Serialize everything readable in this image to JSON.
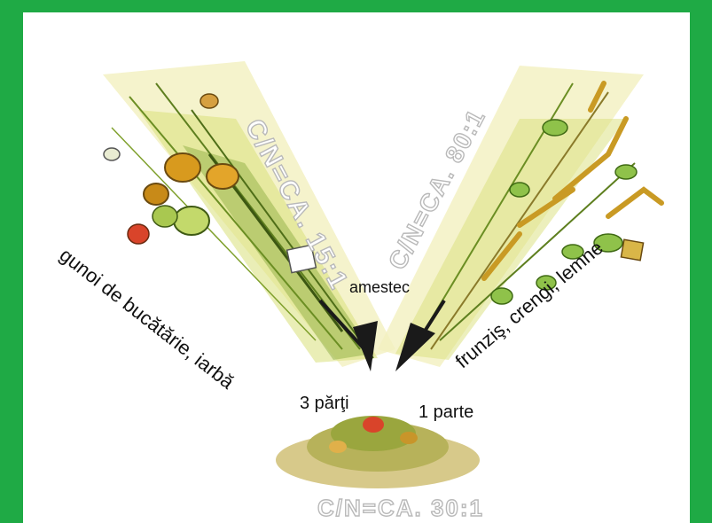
{
  "labels": {
    "left_input": "gunoi de bucătărie, iarbă",
    "right_input": "frunziş, crengi, lemne",
    "mix": "amestec",
    "left_proportion": "3 părţi",
    "right_proportion": "1 parte"
  },
  "ratios": {
    "left": "C/N=CA. 15:1",
    "right": "C/N=CA. 80:1",
    "result": "C/N=CA. 30:1"
  },
  "colors": {
    "frame": "#1faa45",
    "panel": "#ffffff",
    "arrow": "#1a1a1a"
  },
  "illustration": "compost-mixing-drawing"
}
